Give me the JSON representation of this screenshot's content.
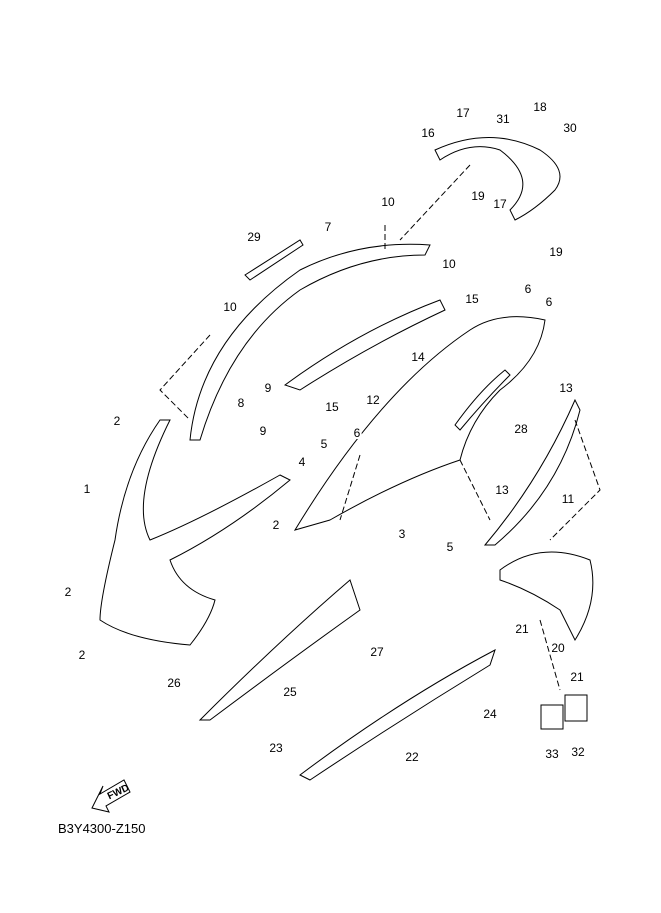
{
  "diagram_title_code": "B3Y4300-Z150",
  "fwd_label": "FWD",
  "labels": [
    "17",
    "18",
    "31",
    "30",
    "16",
    "19",
    "17",
    "19",
    "10",
    "7",
    "29",
    "10",
    "15",
    "6",
    "6",
    "10",
    "14",
    "9",
    "15",
    "12",
    "8",
    "9",
    "2",
    "13",
    "28",
    "6",
    "5",
    "4",
    "1",
    "2",
    "11",
    "13",
    "3",
    "5",
    "2",
    "21",
    "20",
    "2",
    "27",
    "26",
    "25",
    "21",
    "24",
    "23",
    "22",
    "33",
    "32"
  ]
}
